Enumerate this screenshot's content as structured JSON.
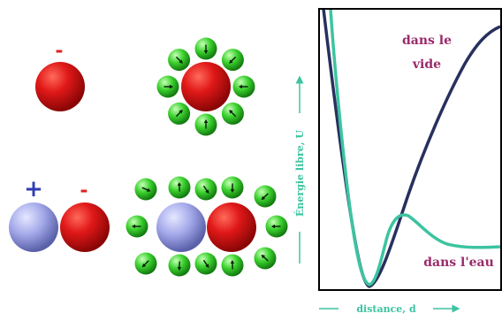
{
  "signs": {
    "single_ion": "-",
    "pair_cation": "+",
    "pair_anion": "-"
  },
  "colors": {
    "anion": "#cc1010",
    "cation": "#9aa0e4",
    "water": "#37c72c",
    "curve_vacuum": "#28305e",
    "curve_water": "#3cc4a0",
    "axis": "#3cc4a0",
    "annot_text": "#9a2a6a",
    "plus_sign": "#2f3bb3",
    "minus_sign": "#e02020"
  },
  "graph": {
    "label_vacuum_line1": "dans le",
    "label_vacuum_line2": "vide",
    "label_water": "dans l'eau",
    "y_axis_label": "Énergie libre, U",
    "x_axis_label": "distance, d"
  },
  "icons": {
    "water_dipole": "arrow-icon",
    "ion_sphere": "sphere"
  }
}
